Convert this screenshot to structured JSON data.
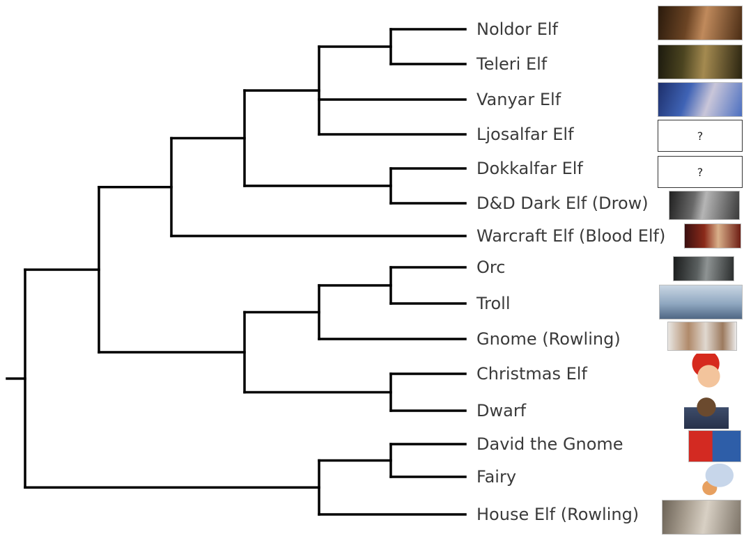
{
  "tree": {
    "line_color": "#000000",
    "leaves": [
      {
        "id": "noldor",
        "label": "Noldor Elf",
        "image": "photo-thumbnail"
      },
      {
        "id": "teleri",
        "label": "Teleri Elf",
        "image": "photo-thumbnail"
      },
      {
        "id": "vanyar",
        "label": "Vanyar Elf",
        "image": "photo-thumbnail"
      },
      {
        "id": "ljosalfar",
        "label": "Ljosalfar Elf",
        "image": "unknown-placeholder",
        "placeholder_text": "?"
      },
      {
        "id": "dokkalfar",
        "label": "Dokkalfar Elf",
        "image": "unknown-placeholder",
        "placeholder_text": "?"
      },
      {
        "id": "drow",
        "label": "D&D Dark Elf (Drow)",
        "image": "photo-thumbnail"
      },
      {
        "id": "blood-elf",
        "label": "Warcraft Elf (Blood Elf)",
        "image": "photo-thumbnail"
      },
      {
        "id": "orc",
        "label": "Orc",
        "image": "photo-thumbnail"
      },
      {
        "id": "troll",
        "label": "Troll",
        "image": "photo-thumbnail"
      },
      {
        "id": "gnome-rowling",
        "label": "Gnome (Rowling)",
        "image": "photo-thumbnail"
      },
      {
        "id": "christmas-elf",
        "label": "Christmas Elf",
        "image": "cartoon-thumbnail"
      },
      {
        "id": "dwarf",
        "label": "Dwarf",
        "image": "photo-thumbnail"
      },
      {
        "id": "david-gnome",
        "label": "David the Gnome",
        "image": "cartoon-thumbnail"
      },
      {
        "id": "fairy",
        "label": "Fairy",
        "image": "cartoon-thumbnail"
      },
      {
        "id": "house-elf",
        "label": "House Elf (Rowling)",
        "image": "photo-thumbnail"
      }
    ],
    "clades": [
      [
        "noldor",
        "teleri"
      ],
      [
        "noldor",
        "teleri",
        "vanyar",
        "ljosalfar"
      ],
      [
        "dokkalfar",
        "drow"
      ],
      [
        "noldor",
        "teleri",
        "vanyar",
        "ljosalfar",
        "dokkalfar",
        "drow"
      ],
      [
        "noldor",
        "teleri",
        "vanyar",
        "ljosalfar",
        "dokkalfar",
        "drow",
        "blood-elf"
      ],
      [
        "orc",
        "troll"
      ],
      [
        "orc",
        "troll",
        "gnome-rowling"
      ],
      [
        "christmas-elf",
        "dwarf"
      ],
      [
        "orc",
        "troll",
        "gnome-rowling",
        "christmas-elf",
        "dwarf"
      ],
      [
        "david-gnome",
        "fairy"
      ],
      [
        "david-gnome",
        "fairy",
        "house-elf"
      ]
    ]
  }
}
